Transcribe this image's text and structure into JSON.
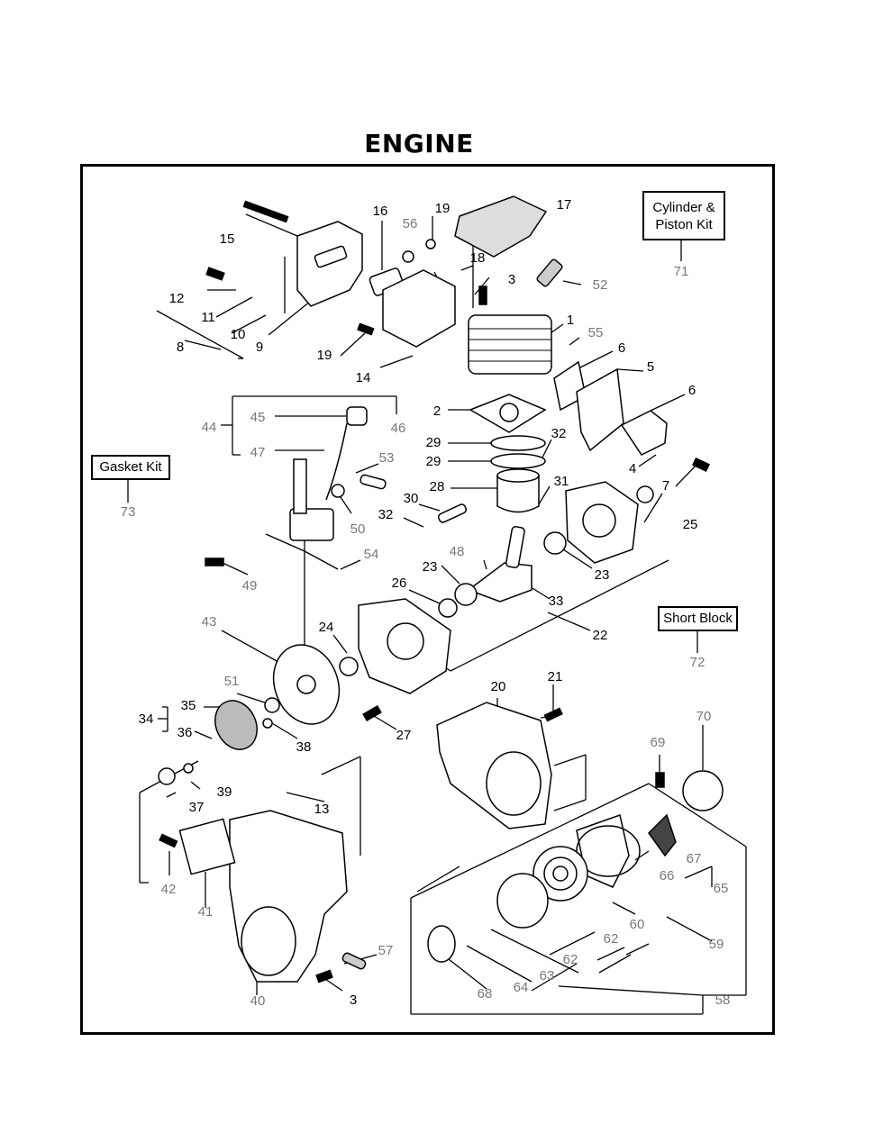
{
  "title": "ENGINE",
  "kits": {
    "cylinder_piston": {
      "line1": "Cylinder &",
      "line2": "Piston Kit",
      "number": "71"
    },
    "gasket": {
      "label": "Gasket Kit",
      "number": "73"
    },
    "short_block": {
      "label": "Short Block",
      "number": "72"
    }
  },
  "callouts": [
    {
      "n": "15",
      "gray": false
    },
    {
      "n": "16",
      "gray": false
    },
    {
      "n": "56",
      "gray": true
    },
    {
      "n": "19",
      "gray": false
    },
    {
      "n": "17",
      "gray": false
    },
    {
      "n": "18",
      "gray": false
    },
    {
      "n": "3",
      "gray": false
    },
    {
      "n": "52",
      "gray": true
    },
    {
      "n": "12",
      "gray": false
    },
    {
      "n": "11",
      "gray": false
    },
    {
      "n": "10",
      "gray": false
    },
    {
      "n": "8",
      "gray": false
    },
    {
      "n": "9",
      "gray": false
    },
    {
      "n": "19",
      "gray": false
    },
    {
      "n": "14",
      "gray": false
    },
    {
      "n": "1",
      "gray": false
    },
    {
      "n": "55",
      "gray": true
    },
    {
      "n": "6",
      "gray": false
    },
    {
      "n": "5",
      "gray": false
    },
    {
      "n": "6",
      "gray": false
    },
    {
      "n": "4",
      "gray": false
    },
    {
      "n": "7",
      "gray": false
    },
    {
      "n": "2",
      "gray": false
    },
    {
      "n": "44",
      "gray": true
    },
    {
      "n": "45",
      "gray": true
    },
    {
      "n": "46",
      "gray": true
    },
    {
      "n": "47",
      "gray": true
    },
    {
      "n": "53",
      "gray": true
    },
    {
      "n": "50",
      "gray": true
    },
    {
      "n": "54",
      "gray": true
    },
    {
      "n": "49",
      "gray": true
    },
    {
      "n": "29",
      "gray": false
    },
    {
      "n": "29",
      "gray": false
    },
    {
      "n": "32",
      "gray": false
    },
    {
      "n": "28",
      "gray": false
    },
    {
      "n": "31",
      "gray": false
    },
    {
      "n": "30",
      "gray": false
    },
    {
      "n": "32",
      "gray": false
    },
    {
      "n": "25",
      "gray": false
    },
    {
      "n": "48",
      "gray": true
    },
    {
      "n": "23",
      "gray": false
    },
    {
      "n": "23",
      "gray": false
    },
    {
      "n": "26",
      "gray": false
    },
    {
      "n": "33",
      "gray": false
    },
    {
      "n": "22",
      "gray": false
    },
    {
      "n": "43",
      "gray": true
    },
    {
      "n": "24",
      "gray": false
    },
    {
      "n": "51",
      "gray": true
    },
    {
      "n": "35",
      "gray": false
    },
    {
      "n": "34",
      "gray": false
    },
    {
      "n": "36",
      "gray": false
    },
    {
      "n": "38",
      "gray": false
    },
    {
      "n": "27",
      "gray": false
    },
    {
      "n": "20",
      "gray": false
    },
    {
      "n": "21",
      "gray": false
    },
    {
      "n": "70",
      "gray": true
    },
    {
      "n": "69",
      "gray": true
    },
    {
      "n": "39",
      "gray": false
    },
    {
      "n": "37",
      "gray": false
    },
    {
      "n": "13",
      "gray": false
    },
    {
      "n": "42",
      "gray": true
    },
    {
      "n": "41",
      "gray": true
    },
    {
      "n": "67",
      "gray": true
    },
    {
      "n": "66",
      "gray": true
    },
    {
      "n": "65",
      "gray": true
    },
    {
      "n": "60",
      "gray": true
    },
    {
      "n": "59",
      "gray": true
    },
    {
      "n": "62",
      "gray": true
    },
    {
      "n": "62",
      "gray": true
    },
    {
      "n": "57",
      "gray": true
    },
    {
      "n": "63",
      "gray": true
    },
    {
      "n": "64",
      "gray": true
    },
    {
      "n": "68",
      "gray": true
    },
    {
      "n": "58",
      "gray": true
    },
    {
      "n": "40",
      "gray": true
    },
    {
      "n": "3",
      "gray": false
    }
  ]
}
